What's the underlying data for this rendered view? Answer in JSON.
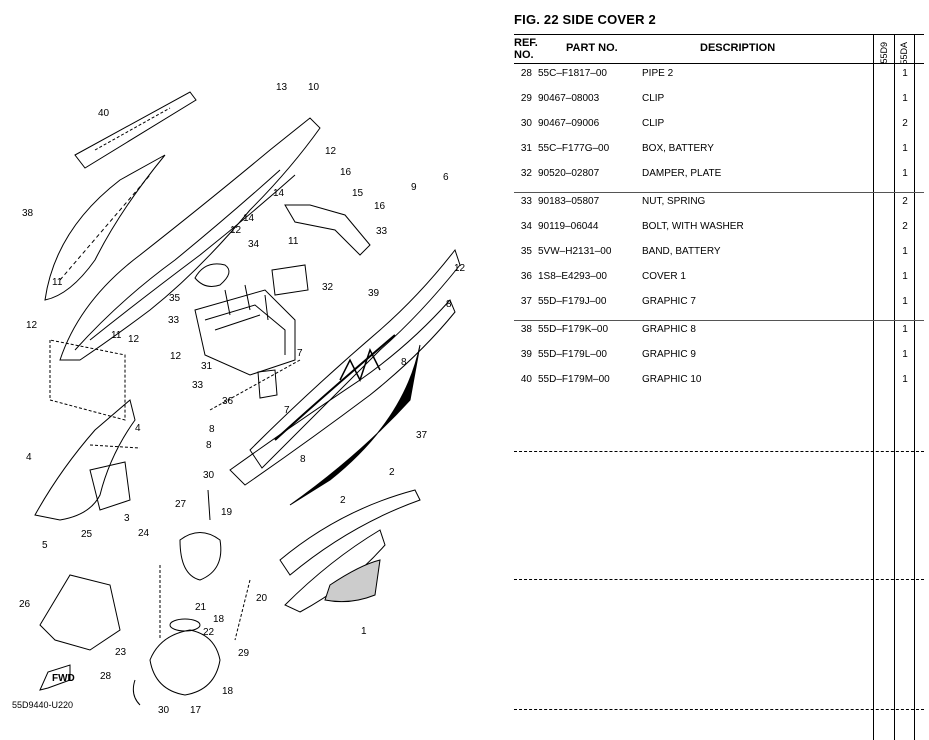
{
  "title": "FIG.  22  SIDE COVER 2",
  "diagram_code": "55D9440-U220",
  "fwd_label": "FWD",
  "headers": {
    "ref_no_line1": "REF.",
    "ref_no_line2": "NO.",
    "part_no": "PART NO.",
    "description": "DESCRIPTION",
    "model1": "55D9",
    "model2": "55DA"
  },
  "rows": [
    {
      "ref": "28",
      "part": "55C–F1817–00",
      "desc": "PIPE 2",
      "q1": "",
      "q2": "1"
    },
    {
      "ref": "29",
      "part": "90467–08003",
      "desc": "CLIP",
      "q1": "",
      "q2": "1"
    },
    {
      "ref": "30",
      "part": "90467–09006",
      "desc": "CLIP",
      "q1": "",
      "q2": "2"
    },
    {
      "ref": "31",
      "part": "55C–F177G–00",
      "desc": "BOX, BATTERY",
      "q1": "",
      "q2": "1"
    },
    {
      "ref": "32",
      "part": "90520–02807",
      "desc": "DAMPER, PLATE",
      "q1": "",
      "q2": "1"
    },
    {
      "ref": "33",
      "part": "90183–05807",
      "desc": "NUT, SPRING",
      "q1": "",
      "q2": "2"
    },
    {
      "ref": "34",
      "part": "90119–06044",
      "desc": "BOLT, WITH WASHER",
      "q1": "",
      "q2": "2"
    },
    {
      "ref": "35",
      "part": "5VW–H2131–00",
      "desc": "BAND, BATTERY",
      "q1": "",
      "q2": "1"
    },
    {
      "ref": "36",
      "part": "1S8–E4293–00",
      "desc": "COVER 1",
      "q1": "",
      "q2": "1"
    },
    {
      "ref": "37",
      "part": "55D–F179J–00",
      "desc": "GRAPHIC 7",
      "q1": "",
      "q2": "1"
    },
    {
      "ref": "38",
      "part": "55D–F179K–00",
      "desc": "GRAPHIC 8",
      "q1": "",
      "q2": "1"
    },
    {
      "ref": "39",
      "part": "55D–F179L–00",
      "desc": "GRAPHIC 9",
      "q1": "",
      "q2": "1"
    },
    {
      "ref": "40",
      "part": "55D–F179M–00",
      "desc": "GRAPHIC 10",
      "q1": "",
      "q2": "1"
    }
  ],
  "callouts": [
    "13",
    "10",
    "40",
    "12",
    "16",
    "14",
    "15",
    "38",
    "16",
    "9",
    "6",
    "12",
    "34",
    "33",
    "11",
    "12",
    "35",
    "32",
    "39",
    "8",
    "11",
    "12",
    "33",
    "12",
    "31",
    "7",
    "8",
    "12",
    "33",
    "36",
    "7",
    "8",
    "37",
    "4",
    "8",
    "4",
    "8",
    "3",
    "30",
    "2",
    "5",
    "25",
    "27",
    "19",
    "2",
    "24",
    "26",
    "23",
    "21",
    "18",
    "20",
    "22",
    "1",
    "28",
    "29",
    "30",
    "17",
    "18",
    "11",
    "14"
  ]
}
